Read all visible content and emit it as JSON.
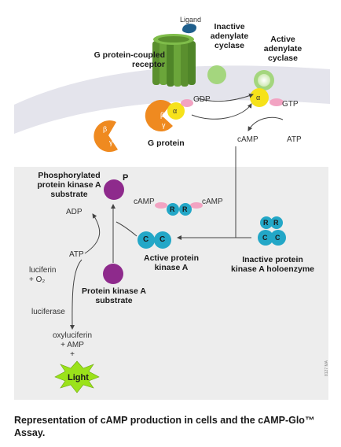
{
  "labels": {
    "ligand": "Ligand",
    "gpcr": "G protein-coupled\nreceptor",
    "inactive_ac": "Inactive\nadenylate\ncyclase",
    "active_ac": "Active\nadenylate\ncyclase",
    "gdp": "GDP",
    "gtp": "GTP",
    "g_protein": "G protein",
    "camp_top": "cAMP",
    "atp_top": "ATP",
    "phospho_substrate": "Phosphorylated\nprotein kinase A\nsubstrate",
    "p": "P",
    "adp": "ADP",
    "camp_left": "cAMP",
    "camp_right": "cAMP",
    "active_pka": "Active protein\nkinase A",
    "inactive_pka": "Inactive protein\nkinase A holoenzyme",
    "atp_mid": "ATP",
    "luciferin": "luciferin\n+ O₂",
    "luciferase": "luciferase",
    "substrate": "Protein kinase A\nsubstrate",
    "oxyluciferin": "oxyluciferin\n+ AMP\n+",
    "light": "Light",
    "catalog": "8127 MA"
  },
  "subunits": {
    "alpha": "α",
    "beta": "β",
    "gamma": "γ",
    "r": "R",
    "c": "C"
  },
  "caption": "Representation of cAMP production in cells and the cAMP-Glo™ Assay.",
  "colors": {
    "membrane": "#e6e6ef",
    "panel": "#ededed",
    "receptor": "#5a8f2e",
    "ligand": "#1f5f8c",
    "g_beta": "#ef8a20",
    "g_alpha": "#f6e21a",
    "gdp": "#f2a3c2",
    "inactive_ac": "#a4d67e",
    "active_ac": "#d8f0c0",
    "pka": "#23a7c7",
    "substrate": "#8e2a8c",
    "light": "#9be21a"
  }
}
